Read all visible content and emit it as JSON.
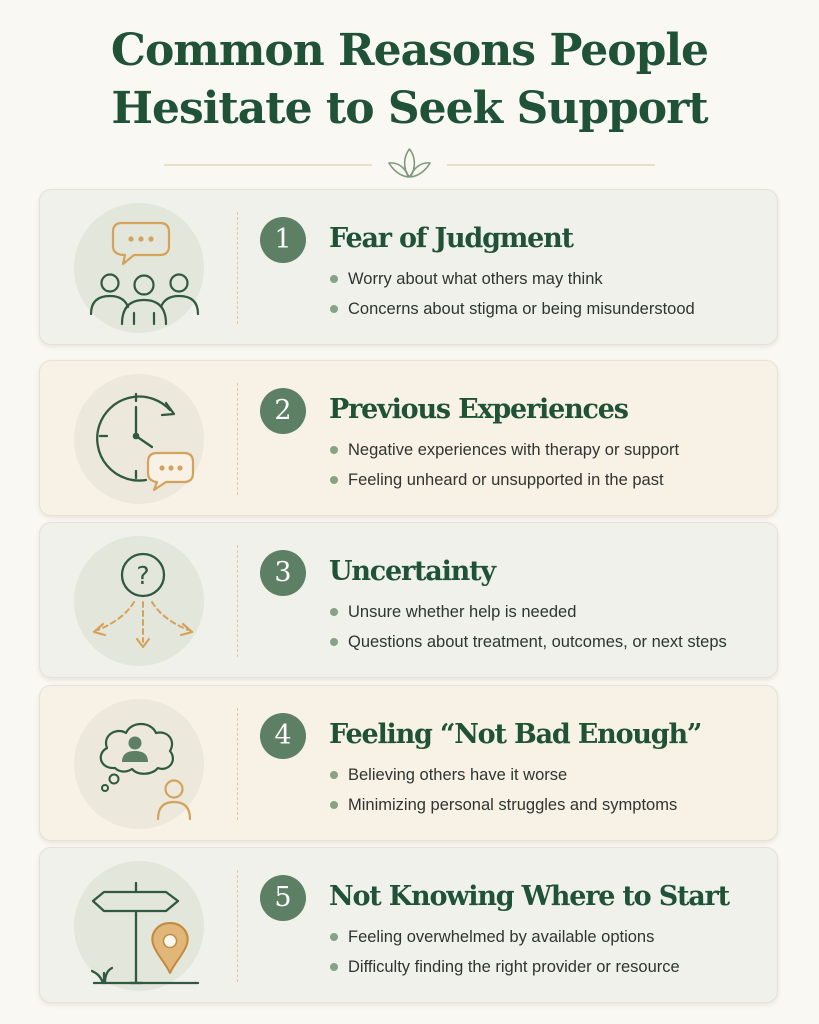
{
  "title": {
    "line1": "Common Reasons People",
    "line2": "Hesitate to Seek Support"
  },
  "colors": {
    "background": "#faf8f3",
    "heading_green": "#1f5236",
    "badge_green": "#5d7f63",
    "accent_gold": "#d4a25c",
    "bullet_dot": "#86a385"
  },
  "cards": [
    {
      "number": "1",
      "heading": "Fear of Judgment",
      "icon": "group-speech-bubble-icon",
      "bullets": [
        "Worry about what others may think",
        "Concerns about stigma or being misunderstood"
      ]
    },
    {
      "number": "2",
      "heading": "Previous Experiences",
      "icon": "clock-speech-bubble-icon",
      "bullets": [
        "Negative experiences with therapy or support",
        "Feeling unheard or unsupported in the past"
      ]
    },
    {
      "number": "3",
      "heading": "Uncertainty",
      "icon": "question-arrows-icon",
      "bullets": [
        "Unsure whether help is needed",
        "Questions about treatment, outcomes, or next steps"
      ]
    },
    {
      "number": "4",
      "heading": "Feeling “Not Bad Enough”",
      "icon": "thought-bubble-person-icon",
      "bullets": [
        "Believing others have it worse",
        "Minimizing personal struggles and symptoms"
      ]
    },
    {
      "number": "5",
      "heading": "Not Knowing Where to Start",
      "icon": "signpost-location-pin-icon",
      "bullets": [
        "Feeling overwhelmed by available options",
        "Difficulty finding the right provider or resource"
      ]
    }
  ]
}
